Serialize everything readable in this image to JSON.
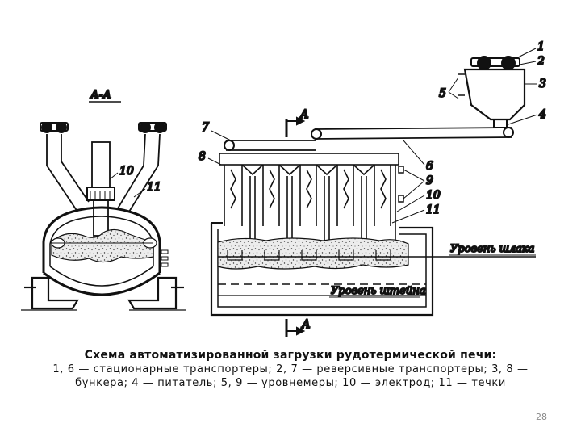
{
  "figure": {
    "section_label": "А-А",
    "section_marker": "А",
    "left_labels": {
      "electrode": "10",
      "tap": "11"
    },
    "right_labels": {
      "n1": "1",
      "n2": "2",
      "n3": "3",
      "n4": "4",
      "n5": "5",
      "n6": "6",
      "n7": "7",
      "n8": "8",
      "n9": "9",
      "n10": "10",
      "n11": "11"
    },
    "slag_level": "Уровень шлака",
    "matte_level": "Уровень штейна"
  },
  "caption": {
    "title": "Схема автоматизированной загрузки рудотермической печи:",
    "line1": "1, 6 — стационарные транспортеры; 2, 7 — реверсивные транспортеры; 3, 8 —",
    "line2": "бункера; 4 — питатель; 5, 9 — уровнемеры; 10 — электрод; 11 — течки"
  },
  "page_number": "28"
}
